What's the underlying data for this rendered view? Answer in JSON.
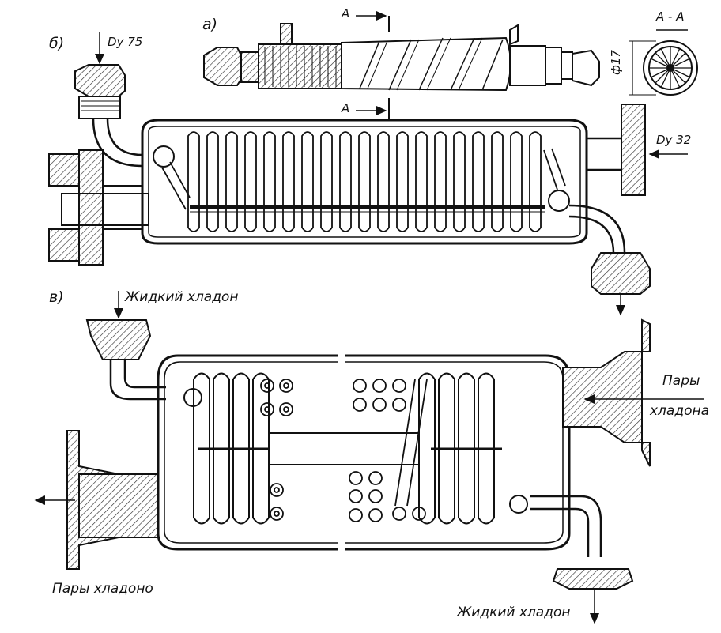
{
  "labels": {
    "fig_a": "а)",
    "fig_b": "б)",
    "fig_v": "в)",
    "section_top": "A",
    "section_bottom": "A",
    "section_view": "A - A",
    "dim_phi": "ф17",
    "dy75": "Dy 75",
    "dy32": "Dy 32",
    "liquid_in": "Жидкий хладон",
    "vapor_right_1": "Пары",
    "vapor_right_2": "хладона",
    "vapor_left": "Пары хладоно",
    "liquid_out": "Жидкий хладон"
  },
  "colors": {
    "ink": "#111111",
    "hatch": "#333333",
    "paper": "#ffffff"
  }
}
